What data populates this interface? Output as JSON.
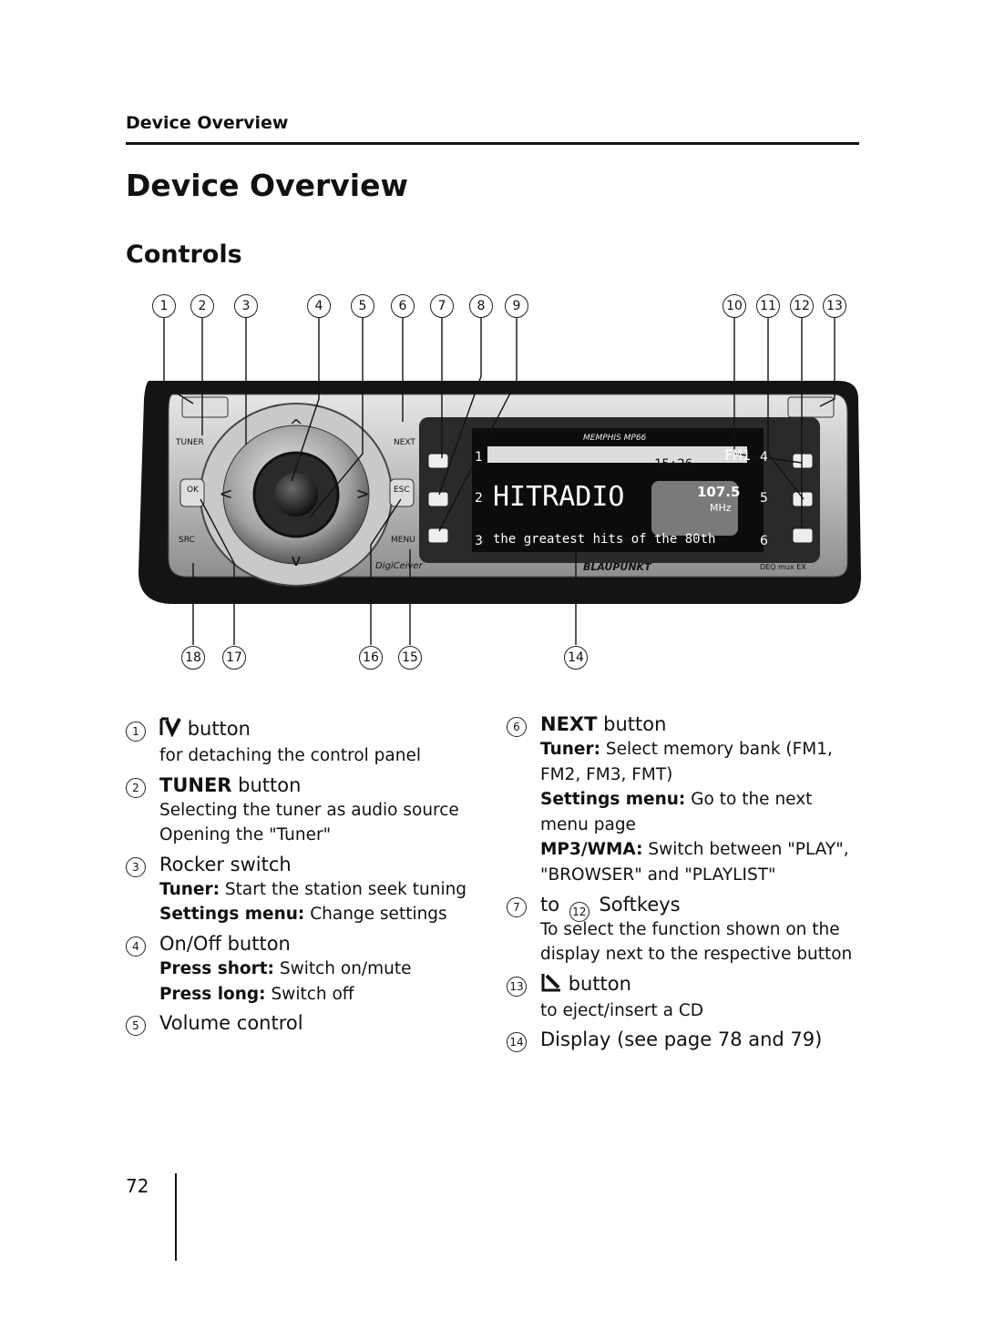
{
  "header": {
    "label": "Device Overview"
  },
  "page": {
    "title": "Device Overview",
    "subtitle": "Controls",
    "number": "72"
  },
  "callouts": {
    "top": [
      "1",
      "2",
      "3",
      "4",
      "5",
      "6",
      "7",
      "8",
      "9",
      "10",
      "11",
      "12",
      "13"
    ],
    "bottom": [
      "18",
      "17",
      "16",
      "15",
      "14"
    ]
  },
  "device": {
    "labels": {
      "tuner": "TUNER",
      "next": "NEXT",
      "ok": "OK",
      "esc": "ESC",
      "src": "SRC",
      "menu": "MENU",
      "model": "MEMPHIS MP66",
      "brand": "BLAUPUNKT",
      "digi": "DigiCeiver",
      "deq": "DEQ mux EX"
    },
    "display": {
      "clock": "15:26",
      "band": "FM1",
      "station": "HITRADIO",
      "frequency": "107.5",
      "unit": "MHz",
      "radiotext": "the greatest hits of the 80th",
      "presets": [
        "1",
        "2",
        "3",
        "4",
        "5",
        "6"
      ]
    }
  },
  "left_items": [
    {
      "num": "1",
      "icon": "detach-icon",
      "title": "button",
      "lines": [
        {
          "text": "for detaching the control panel"
        }
      ]
    },
    {
      "num": "2",
      "title_bold": "TUNER",
      "title": " button",
      "lines": [
        {
          "text": "Selecting the tuner as audio source"
        },
        {
          "text": "Opening the \"Tuner\""
        }
      ]
    },
    {
      "num": "3",
      "title": "Rocker switch",
      "lines": [
        {
          "bold": "Tuner:",
          "text": " Start the station seek tuning"
        },
        {
          "bold": "Settings menu:",
          "text": " Change settings"
        }
      ]
    },
    {
      "num": "4",
      "title": "On/Off button",
      "lines": [
        {
          "bold": "Press short:",
          "text": " Switch on/mute"
        },
        {
          "bold": "Press long:",
          "text": " Switch off"
        }
      ]
    },
    {
      "num": "5",
      "title": "Volume control",
      "lines": []
    }
  ],
  "right_items": [
    {
      "num": "6",
      "title_bold": "NEXT",
      "title": " button",
      "lines": [
        {
          "bold": "Tuner:",
          "text": " Select memory bank (FM1, FM2, FM3, FMT)"
        },
        {
          "bold": "Settings menu:",
          "text": " Go to the next menu page"
        },
        {
          "bold": "MP3/WMA:",
          "text": " Switch between \"PLAY\", \"BROWSER\" and \"PLAYLIST\""
        }
      ]
    },
    {
      "num": "7",
      "title_pre": "to",
      "title_num": "12",
      "title": "Softkeys",
      "lines": [
        {
          "text": "To select the function shown on the display next to the respective button"
        }
      ]
    },
    {
      "num": "13",
      "icon": "eject-icon",
      "title": "button",
      "lines": [
        {
          "text": "to eject/insert a CD"
        }
      ]
    },
    {
      "num": "14",
      "title": "Display (see page 78 and 79)",
      "lines": []
    }
  ],
  "colors": {
    "ink": "#111111",
    "panel": "#1a1a1a",
    "silver": "#c8c8c8"
  }
}
